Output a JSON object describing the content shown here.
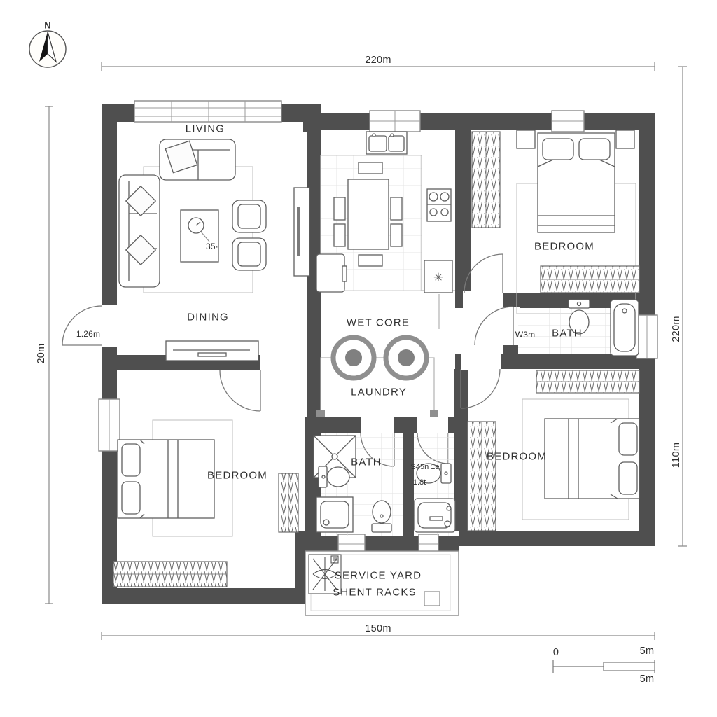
{
  "compass": {
    "north_label": "N"
  },
  "dimensions": {
    "top": "220m",
    "left": "20m",
    "right_upper": "220m",
    "right_lower": "110m",
    "bottom": "150m"
  },
  "scale_bar": {
    "start": "0",
    "end": "5m",
    "caption": "5m"
  },
  "rooms": {
    "living": "LIVING",
    "dining": "DINING",
    "wet_core": "WET CORE",
    "laundry": "LAUNDRY",
    "bedroom_top_right": "BEDROOM",
    "bath_right": "BATH",
    "bedroom_bottom_left": "BEDROOM",
    "bath_middle": "BATH",
    "bedroom_bottom_right": "BEDROOM",
    "service_yard_line1": "SERVICE YARD",
    "service_yard_line2": "SHENT RACKS"
  },
  "annotations": {
    "entry_door_width": "1.26m",
    "bath_door_width": "W3m",
    "coffee_table_note": "35·",
    "bath_small_note_line1": "S45n 1e",
    "bath_small_note_line2": "1.8t",
    "appliance_symbol": "✳"
  },
  "colors": {
    "wall": "#4f4f4f",
    "dimension_line": "#8a8a8a",
    "furniture_line": "#5f5f5f",
    "appliance_gray": "#828282"
  }
}
